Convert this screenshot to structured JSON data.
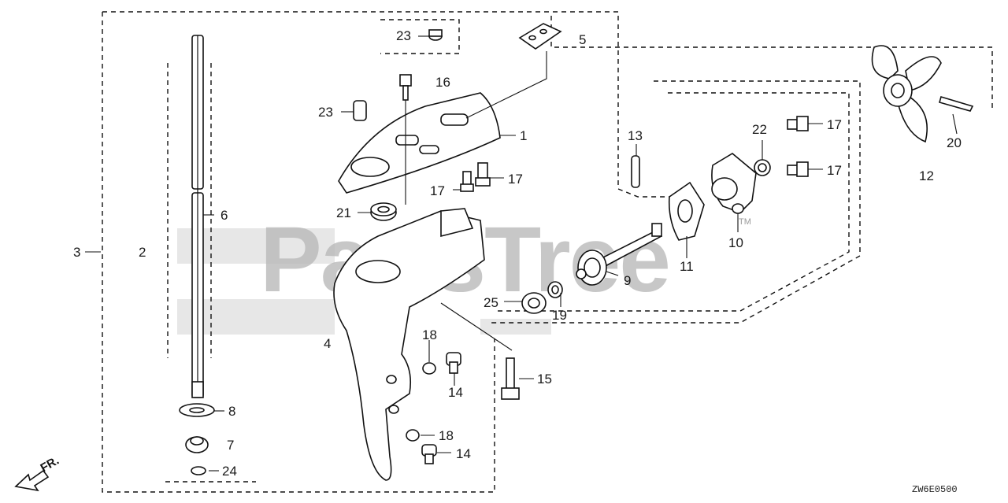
{
  "diagram": {
    "code": "ZW6E0500",
    "watermark": "PartsTree",
    "trademark": "TM",
    "front_marker": "FR."
  },
  "callouts": [
    "1",
    "2",
    "3",
    "4",
    "5",
    "6",
    "7",
    "8",
    "9",
    "10",
    "11",
    "12",
    "13",
    "14",
    "14",
    "15",
    "16",
    "17",
    "17",
    "17",
    "17",
    "18",
    "18",
    "19",
    "20",
    "21",
    "22",
    "23",
    "23",
    "24",
    "25"
  ]
}
